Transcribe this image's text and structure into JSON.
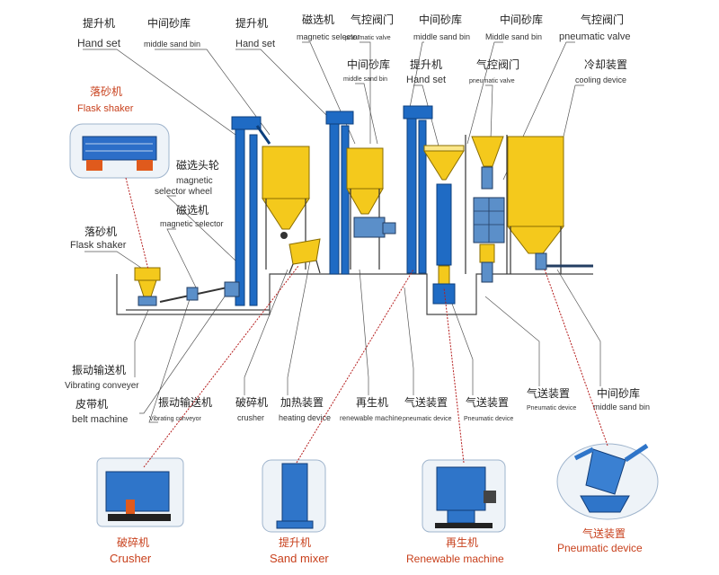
{
  "labels": {
    "hand_set_1": {
      "cn": "提升机",
      "en": "Hand set"
    },
    "middle_bin_1": {
      "cn": "中间砂库",
      "en": "middle sand bin"
    },
    "hand_set_2": {
      "cn": "提升机",
      "en": "Hand set"
    },
    "mag_selector_top": {
      "cn": "磁选机",
      "en": "magnetic selector"
    },
    "pneumatic_valve_1": {
      "cn": "气控阀门",
      "en": "pneumatic valve"
    },
    "middle_bin_2": {
      "cn": "中间砂库",
      "en": "middle sand bin"
    },
    "middle_bin_3": {
      "cn": "中间砂库",
      "en": "Middle sand bin"
    },
    "pneumatic_valve_2": {
      "cn": "气控阀门",
      "en": "pneumatic valve"
    },
    "middle_bin_4": {
      "cn": "中间砂库",
      "en": "middle sand bin"
    },
    "hand_set_3": {
      "cn": "提升机",
      "en": "Hand set"
    },
    "pneumatic_valve_3": {
      "cn": "气控阀门",
      "en": "pneumatic valve"
    },
    "cooling_device": {
      "cn": "冷却装置",
      "en": "cooling device"
    },
    "flask_shaker_red": {
      "cn": "落砂机",
      "en": "Flask shaker"
    },
    "mag_selector_wheel": {
      "cn": "磁选头轮",
      "en": "magnetic selector wheel"
    },
    "mag_selector_mid": {
      "cn": "磁选机",
      "en": "magnetic selector"
    },
    "flask_shaker": {
      "cn": "落砂机",
      "en": "Flask shaker"
    },
    "vibrating_conveyer": {
      "cn": "振动输送机",
      "en": "Vibrating conveyer"
    },
    "belt_machine": {
      "cn": "皮带机",
      "en": "belt machine"
    },
    "vibrating_conveyor_2": {
      "cn": "振动输送机",
      "en": "Vibrating conveyor"
    },
    "crusher_bottom": {
      "cn": "破碎机",
      "en": "crusher"
    },
    "heating_device": {
      "cn": "加热装置",
      "en": "heating device"
    },
    "renewable_machine": {
      "cn": "再生机",
      "en": "renewable machine"
    },
    "pneumatic_device_1": {
      "cn": "气送装置",
      "en": "pneumatic device"
    },
    "pneumatic_device_2": {
      "cn": "气送装置",
      "en": "Pneumatic device"
    },
    "pneumatic_device_3": {
      "cn": "气送装置",
      "en": "Pneumatic device"
    },
    "middle_bin_5": {
      "cn": "中间砂库",
      "en": "middle sand bin"
    }
  },
  "photos": {
    "crusher": {
      "cn": "破碎机",
      "en": "Crusher"
    },
    "sand_mixer": {
      "cn": "提升机",
      "en": "Sand mixer"
    },
    "renewable": {
      "cn": "再生机",
      "en": "Renewable machine"
    },
    "pneumatic": {
      "cn": "气送装置",
      "en": "Pneumatic device"
    }
  },
  "colors": {
    "structure_blue": "#1f6bc4",
    "hopper_yellow": "#f4c91c",
    "callout_red": "#c8401c"
  }
}
